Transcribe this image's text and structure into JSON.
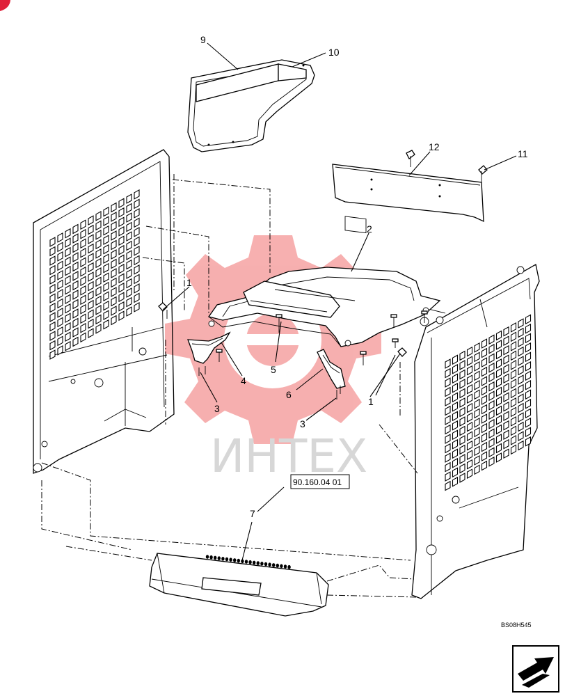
{
  "diagram": {
    "callouts": [
      {
        "id": "9",
        "label": "9"
      },
      {
        "id": "10",
        "label": "10"
      },
      {
        "id": "12",
        "label": "12"
      },
      {
        "id": "11",
        "label": "11"
      },
      {
        "id": "2",
        "label": "2"
      },
      {
        "id": "1a",
        "label": "1"
      },
      {
        "id": "4",
        "label": "4"
      },
      {
        "id": "5",
        "label": "5"
      },
      {
        "id": "6",
        "label": "6"
      },
      {
        "id": "1b",
        "label": "1"
      },
      {
        "id": "3a",
        "label": "3"
      },
      {
        "id": "3b",
        "label": "3"
      },
      {
        "id": "7",
        "label": "7"
      }
    ],
    "reference_box": "90.160.04 01",
    "figure_code": "BS08H545",
    "watermark": "ИНТЕХ",
    "colors": {
      "watermark_red": "#f06f6f",
      "watermark_grey": "#d7d7d7",
      "corner_badge": "#e0213a"
    }
  }
}
